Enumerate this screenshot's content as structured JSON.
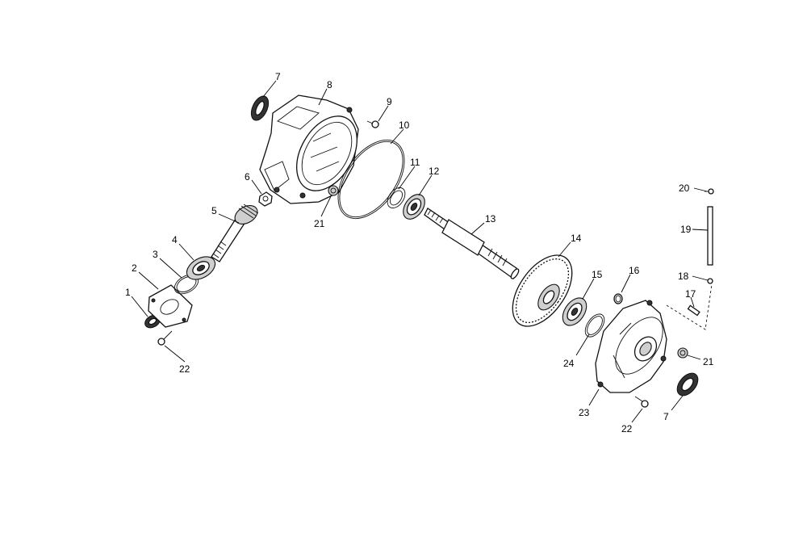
{
  "callouts": [
    {
      "id": "c1",
      "label": "1"
    },
    {
      "id": "c2",
      "label": "2"
    },
    {
      "id": "c3",
      "label": "3"
    },
    {
      "id": "c4",
      "label": "4"
    },
    {
      "id": "c5",
      "label": "5"
    },
    {
      "id": "c6",
      "label": "6"
    },
    {
      "id": "c7a",
      "label": "7"
    },
    {
      "id": "c8",
      "label": "8"
    },
    {
      "id": "c9",
      "label": "9"
    },
    {
      "id": "c10",
      "label": "10"
    },
    {
      "id": "c11",
      "label": "11"
    },
    {
      "id": "c12",
      "label": "12"
    },
    {
      "id": "c13",
      "label": "13"
    },
    {
      "id": "c14",
      "label": "14"
    },
    {
      "id": "c15",
      "label": "15"
    },
    {
      "id": "c16",
      "label": "16"
    },
    {
      "id": "c17",
      "label": "17"
    },
    {
      "id": "c18",
      "label": "18"
    },
    {
      "id": "c19",
      "label": "19"
    },
    {
      "id": "c20",
      "label": "20"
    },
    {
      "id": "c21a",
      "label": "21"
    },
    {
      "id": "c21b",
      "label": "21"
    },
    {
      "id": "c22a",
      "label": "22"
    },
    {
      "id": "c22b",
      "label": "22"
    },
    {
      "id": "c23",
      "label": "23"
    },
    {
      "id": "c24",
      "label": "24"
    },
    {
      "id": "c7b",
      "label": "7"
    }
  ]
}
